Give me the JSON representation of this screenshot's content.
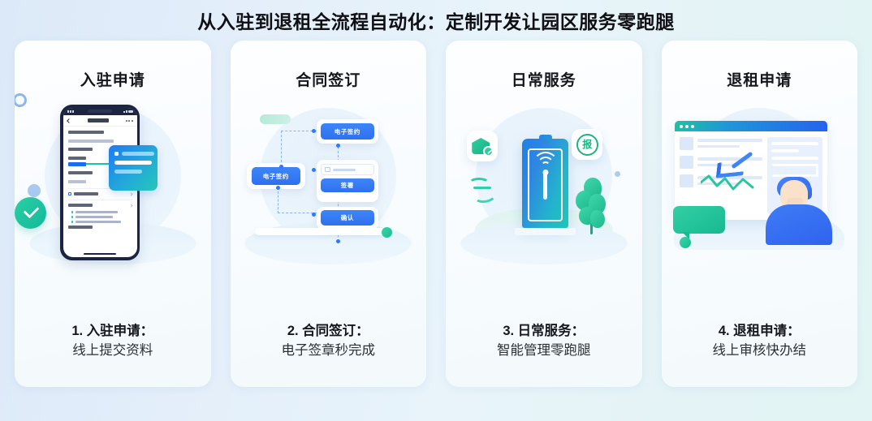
{
  "page": {
    "title": "从入驻到退租全流程自动化：定制开发让园区服务零跑腿",
    "background_left": "#dce9f8",
    "background_right": "#e2f4f4"
  },
  "cards": [
    {
      "heading": "入驻申请",
      "caption_line1": "1. 入驻申请：",
      "caption_line2": "线上提交资料",
      "illustration": "mobile-application-form",
      "accent": "#1a6bf5",
      "accent_secondary": "#19c5a8"
    },
    {
      "heading": "合同签订",
      "caption_line1": "2. 合同签订：",
      "caption_line2": "电子签章秒完成",
      "illustration": "contract-flow-diagram",
      "accent": "#2f6ff0",
      "accent_secondary": "#18bf93",
      "flow_nodes": [
        {
          "label": "电子签约"
        },
        {
          "label": "电子签约"
        },
        {
          "label": "签署"
        },
        {
          "label": "确认"
        }
      ]
    },
    {
      "heading": "日常服务",
      "caption_line1": "3. 日常服务：",
      "caption_line2": "智能管理零跑腿",
      "illustration": "smart-access-gate",
      "accent": "#1f7fe8",
      "accent_secondary": "#19b57f",
      "badges": [
        {
          "name": "repair-house-icon",
          "label": ""
        },
        {
          "name": "report-badge-icon",
          "label": "报"
        }
      ]
    },
    {
      "heading": "退租申请",
      "caption_line1": "4. 退租申请：",
      "caption_line2": "线上审核快办结",
      "illustration": "dashboard-review-person",
      "accent": "#2563ef",
      "accent_secondary": "#16b991"
    }
  ]
}
